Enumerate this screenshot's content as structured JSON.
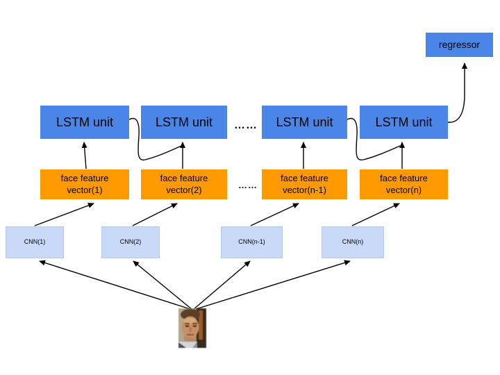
{
  "diagram": {
    "regressor": {
      "label": "regressor"
    },
    "lstm_units": [
      {
        "label": "LSTM unit"
      },
      {
        "label": "LSTM unit"
      },
      {
        "label": "LSTM unit"
      },
      {
        "label": "LSTM unit"
      }
    ],
    "feature_vectors": [
      {
        "label": "face feature vector(1)"
      },
      {
        "label": "face feature vector(2)"
      },
      {
        "label": "face feature vector(n-1)"
      },
      {
        "label": "face feature vector(n)"
      }
    ],
    "cnn_units": [
      {
        "label": "CNN(1)"
      },
      {
        "label": "CNN(2)"
      },
      {
        "label": "CNN(n-1)"
      },
      {
        "label": "CNN(n)"
      }
    ],
    "ellipsis_lstm_row": "……",
    "ellipsis_feature_row": "……",
    "colors": {
      "lstm_blue": "#4a86e8",
      "feature_orange": "#ff9900",
      "cnn_light_blue": "#c9daf8",
      "arrow": "#000000"
    }
  }
}
